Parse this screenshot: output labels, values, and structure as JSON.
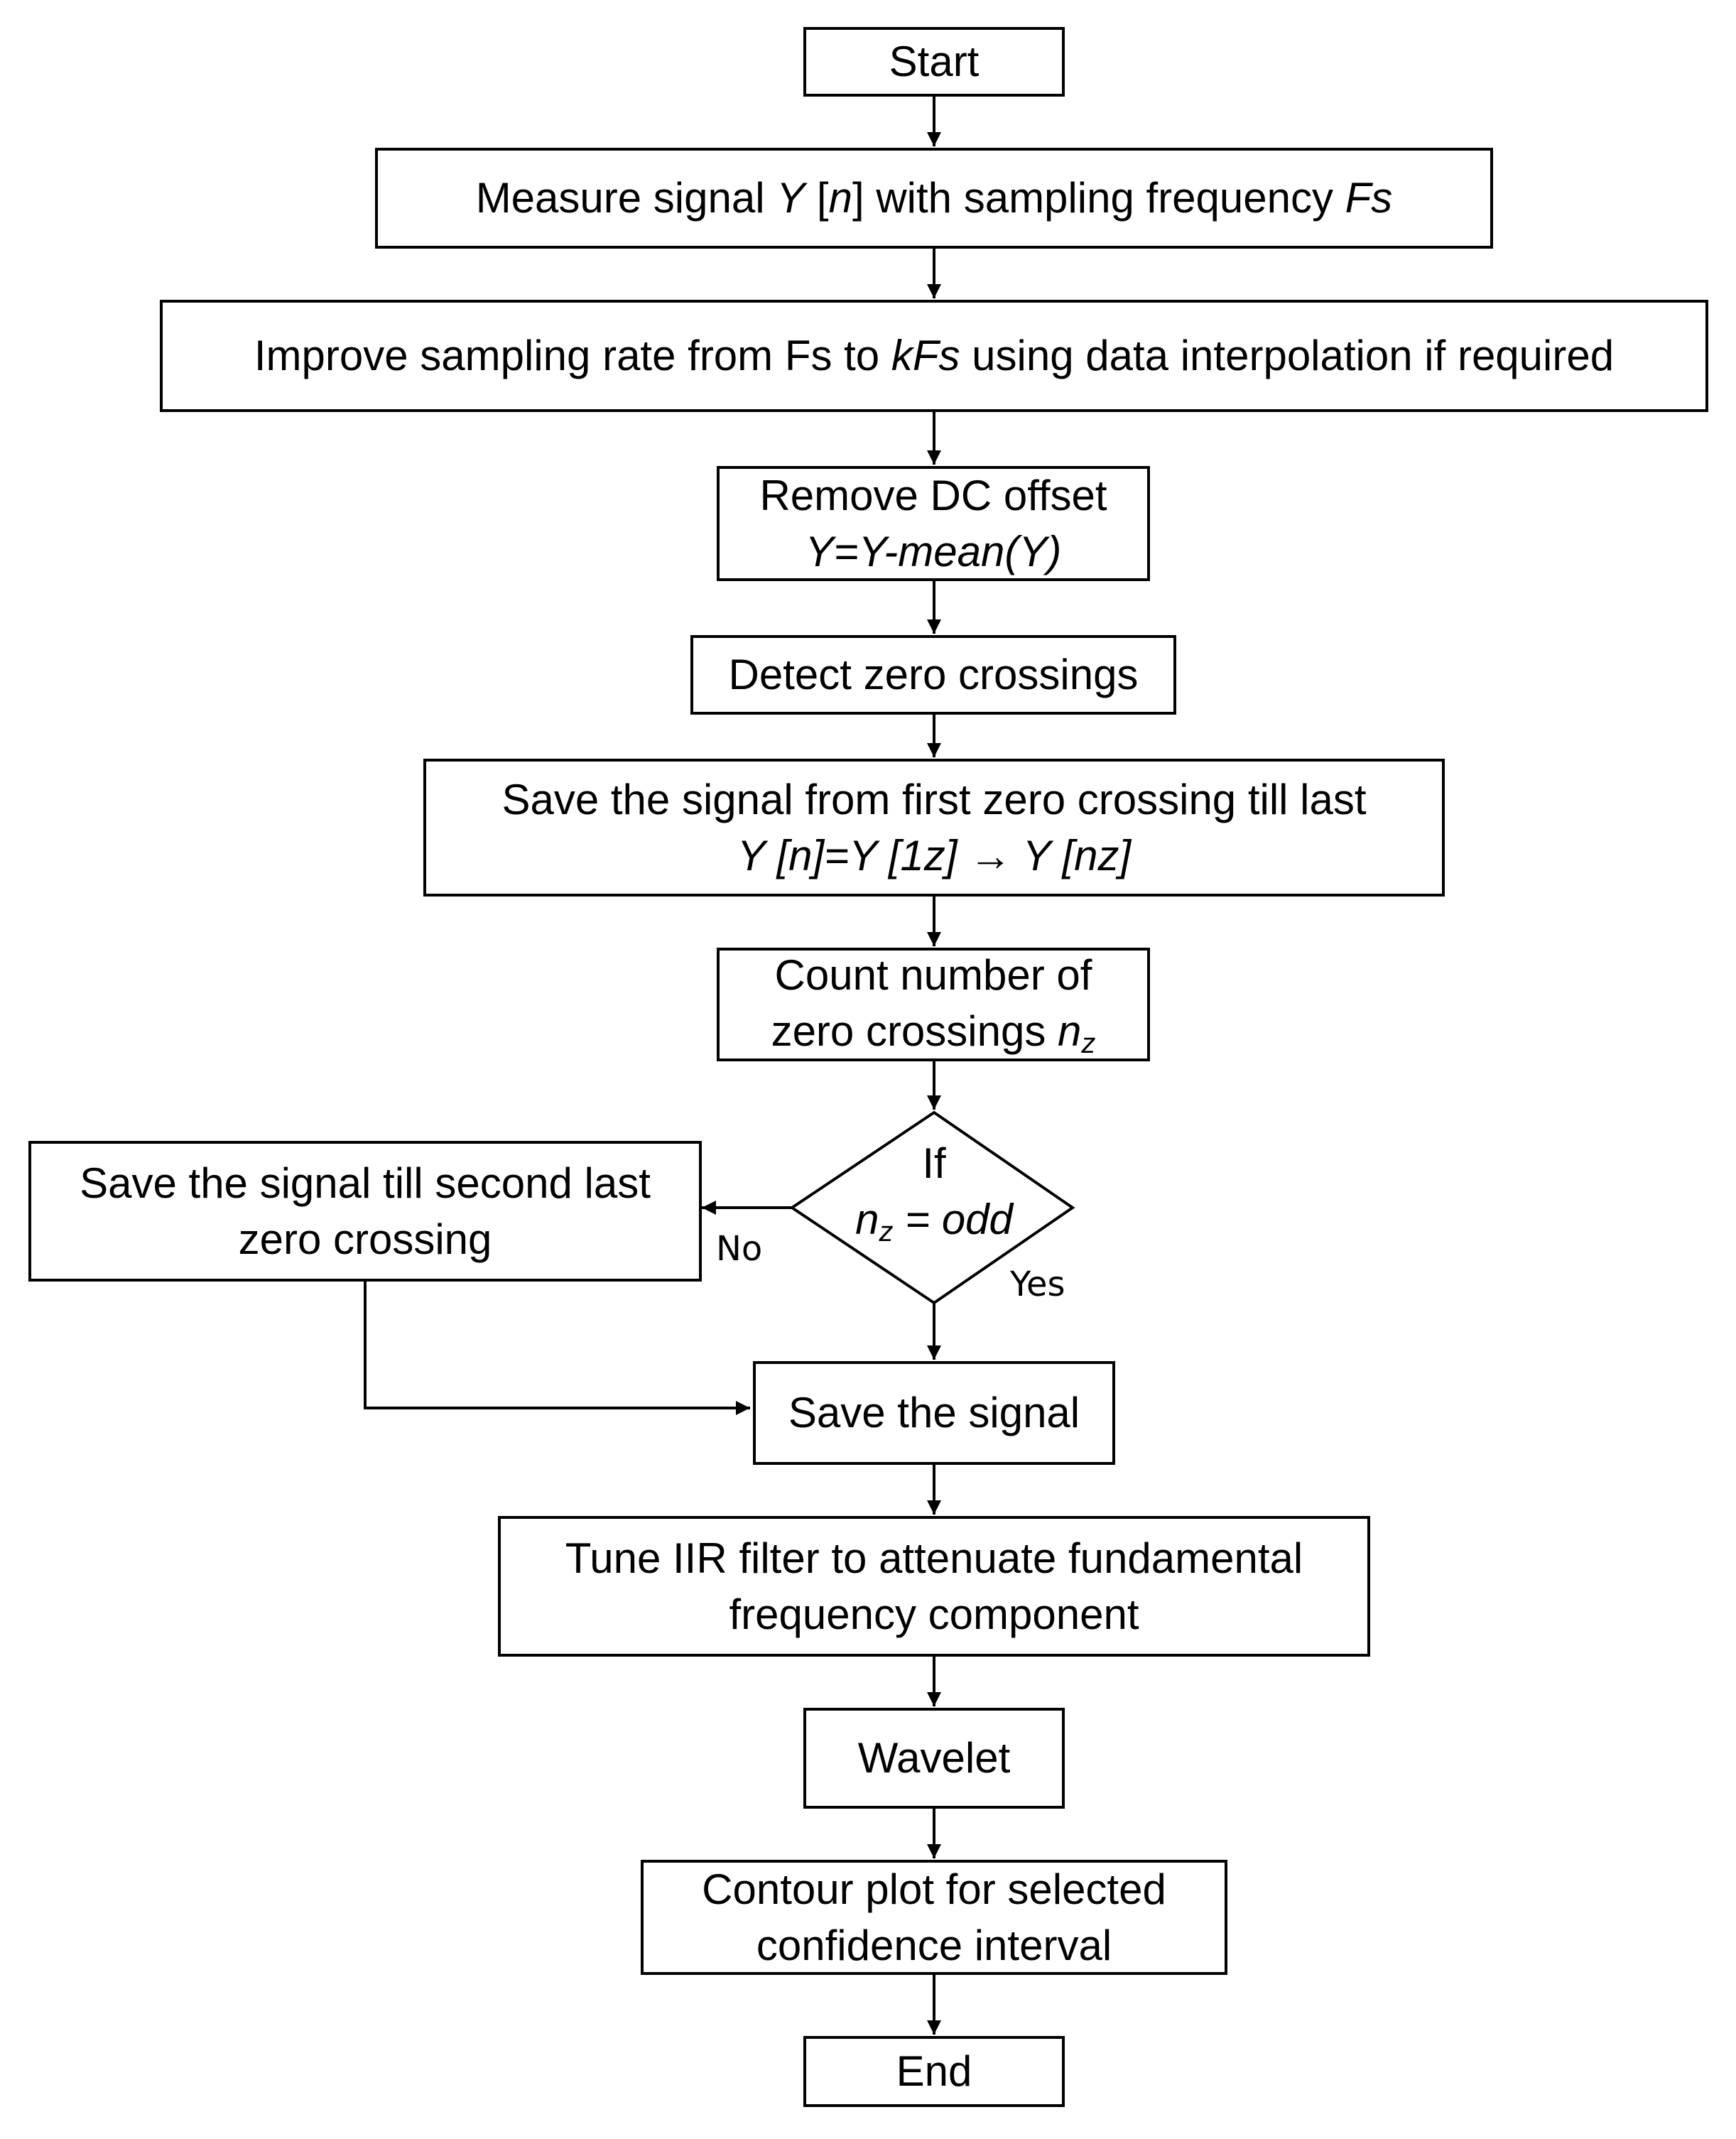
{
  "nodes": {
    "start": {
      "text": "Start"
    },
    "measure": {
      "text_a": "Measure signal ",
      "var_y": "Y",
      "bracket_open": " [",
      "var_n": "n",
      "text_b": "] with sampling frequency ",
      "var_fs": "Fs"
    },
    "improve": {
      "text_a": "Improve sampling rate from Fs to ",
      "var_kfs": "kFs",
      "text_b": " using data interpolation if required"
    },
    "remove_dc": {
      "line1": "Remove DC offset",
      "line2": "Y=Y-mean(Y)"
    },
    "detect": {
      "text": "Detect zero crossings"
    },
    "save_first": {
      "line1": "Save the signal from first zero crossing till last",
      "line2": "Y [n]=Y [1z] → Y [nz]"
    },
    "count": {
      "line1": "Count number of",
      "line2_text": "zero crossings ",
      "line2_var": "n",
      "line2_sub": "z"
    },
    "decision": {
      "line1": "If",
      "line2_var": "n",
      "line2_sub": "z",
      "line2_rest": " = odd"
    },
    "save_second_last": {
      "line1": "Save the signal till second last",
      "line2": "zero crossing"
    },
    "save_signal": {
      "text": "Save the signal"
    },
    "tune": {
      "line1": "Tune IIR filter to attenuate fundamental",
      "line2": "frequency component"
    },
    "wavelet": {
      "text": "Wavelet"
    },
    "contour": {
      "line1": "Contour plot for selected",
      "line2": "confidence interval"
    },
    "end": {
      "text": "End"
    }
  },
  "edge_labels": {
    "no": "No",
    "yes": "Yes"
  }
}
